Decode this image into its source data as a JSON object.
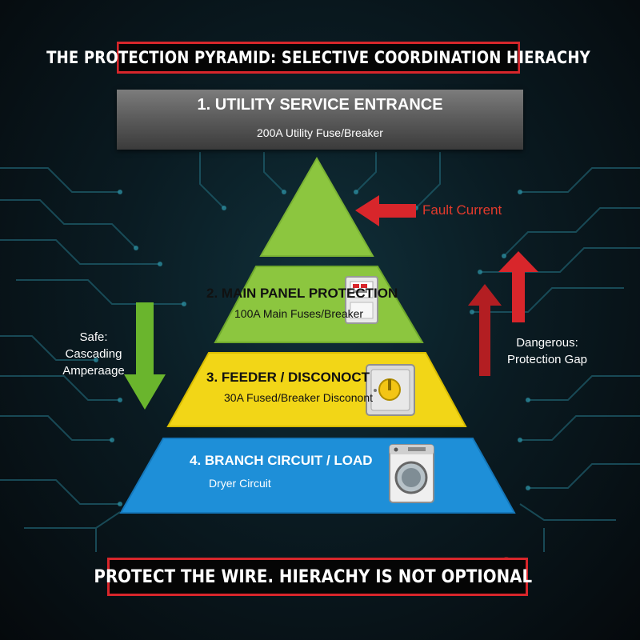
{
  "title": "THE PROTECTION PYRAMID: SELECTIVE COORDINATION HIERACHY",
  "levels": [
    {
      "title": "1. UTILITY SERVICE ENTRANCE",
      "subtitle": "200A Utility Fuse/Breaker",
      "color": "#6b6b6b"
    },
    {
      "title": "2. MAIN PANEL PROTECTION",
      "subtitle": "100A Main Fuses/Breaker",
      "color": "#8cc63f"
    },
    {
      "title": "3. FEEDER / DISCONOCT",
      "subtitle": "30A Fused/Breaker Disconont",
      "color": "#f2d617"
    },
    {
      "title": "4. BRANCH CIRCUIT / LOAD",
      "subtitle": "Dryer Circuit",
      "color": "#1e8fd8"
    }
  ],
  "fault_label": "Fault Current",
  "safe": {
    "line1": "Safe:",
    "line2": "Cascading",
    "line3": "Amperaage",
    "color": "#6ab52d"
  },
  "danger": {
    "line1": "Dangerous:",
    "line2": "Protection Gap",
    "color": "#d8262b"
  },
  "footer": "PROTECT THE WIRE. HIERACHY IS NOT OPTIONAL",
  "icons": {
    "panel": "electrical-panel-icon",
    "disconnect": "disconnect-switch-icon",
    "load": "washing-machine-icon",
    "lock": "lock-icon"
  }
}
